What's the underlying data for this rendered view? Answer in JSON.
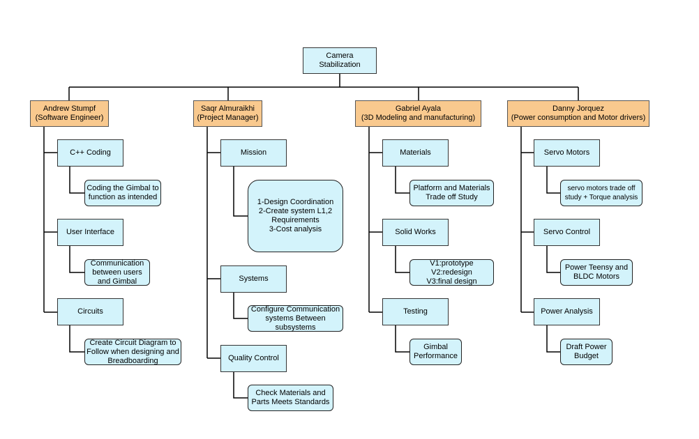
{
  "root": "Camera\nStabilization",
  "members": [
    {
      "name": "Andrew Stumpf\n(Software Engineer)",
      "items": [
        {
          "category": "C++ Coding",
          "details": [
            "Coding the Gimbal to\nfunction as intended"
          ]
        },
        {
          "category": "User Interface",
          "details": [
            "Communication\nbetween users\nand Gimbal"
          ]
        },
        {
          "category": "Circuits",
          "details": [
            "Create Circuit Diagram to\nFollow when designing and\nBreadboarding"
          ]
        }
      ]
    },
    {
      "name": "Saqr Almuraikhi\n(Project Manager)",
      "items": [
        {
          "category": "Mission",
          "details": [
            "1-Design Coordination\n2-Create system L1,2\nRequirements\n3-Cost analysis"
          ]
        },
        {
          "category": "Systems",
          "details": [
            "Configure Communication\nsystems Between\nsubsystems"
          ]
        },
        {
          "category": "Quality Control",
          "details": [
            "Check Materials and\nParts Meets Standards"
          ]
        }
      ]
    },
    {
      "name": "Gabriel Ayala\n(3D Modeling and manufacturing)",
      "items": [
        {
          "category": "Materials",
          "details": [
            "Platform and Materials\nTrade off Study"
          ]
        },
        {
          "category": "Solid Works",
          "details": [
            "V1:prototype\nV2:redesign\nV3:final design"
          ]
        },
        {
          "category": "Testing",
          "details": [
            "Gimbal\nPerformance"
          ]
        }
      ]
    },
    {
      "name": "Danny Jorquez\n(Power consumption and Motor drivers)",
      "items": [
        {
          "category": "Servo Motors",
          "details": [
            "servo motors trade off\nstudy + Torque analysis"
          ]
        },
        {
          "category": "Servo Control",
          "details": [
            "Power Teensy and\nBLDC Motors"
          ]
        },
        {
          "category": "Power Analysis",
          "details": [
            "Draft Power\nBudget"
          ]
        }
      ]
    }
  ]
}
